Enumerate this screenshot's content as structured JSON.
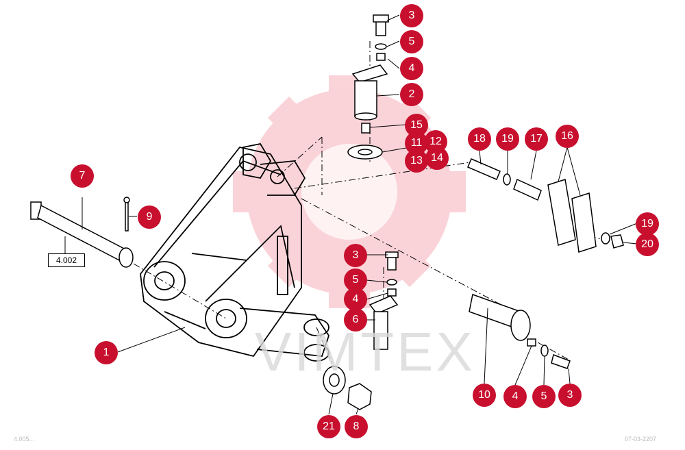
{
  "diagram": {
    "reference_label": "4.002",
    "watermark_text": "VIMTEX",
    "corner_left": "4.005...",
    "corner_right": "07-03-2207",
    "accent_color": "#c8102e",
    "line_color": "#000000",
    "callouts": [
      {
        "label": "3"
      },
      {
        "label": "5"
      },
      {
        "label": "4"
      },
      {
        "label": "2"
      },
      {
        "label": "15"
      },
      {
        "label": "11"
      },
      {
        "label": "12"
      },
      {
        "label": "13"
      },
      {
        "label": "14"
      },
      {
        "label": "18"
      },
      {
        "label": "19"
      },
      {
        "label": "17"
      },
      {
        "label": "16"
      },
      {
        "label": "19"
      },
      {
        "label": "20"
      },
      {
        "label": "7"
      },
      {
        "label": "9"
      },
      {
        "label": "3"
      },
      {
        "label": "5"
      },
      {
        "label": "4"
      },
      {
        "label": "6"
      },
      {
        "label": "1"
      },
      {
        "label": "10"
      },
      {
        "label": "4"
      },
      {
        "label": "5"
      },
      {
        "label": "3"
      },
      {
        "label": "21"
      },
      {
        "label": "8"
      }
    ]
  }
}
